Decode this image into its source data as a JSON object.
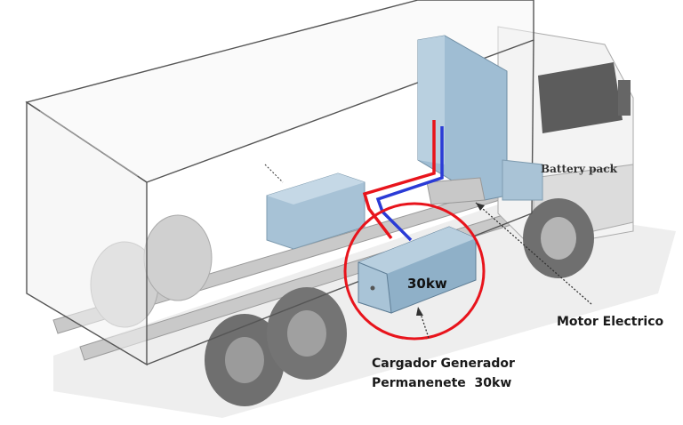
{
  "labels": {
    "battery_pack": "Battery pack",
    "generator_power": "30kw",
    "motor": "Motor Electrico",
    "generator_line1": "Cargador Generador",
    "generator_line2": "Permanenete  30kw"
  },
  "colors": {
    "highlight_circle": "#e8141c",
    "pipe_hot": "#e8141c",
    "pipe_cold": "#2a3bd6",
    "component": "#9fbdd3"
  }
}
